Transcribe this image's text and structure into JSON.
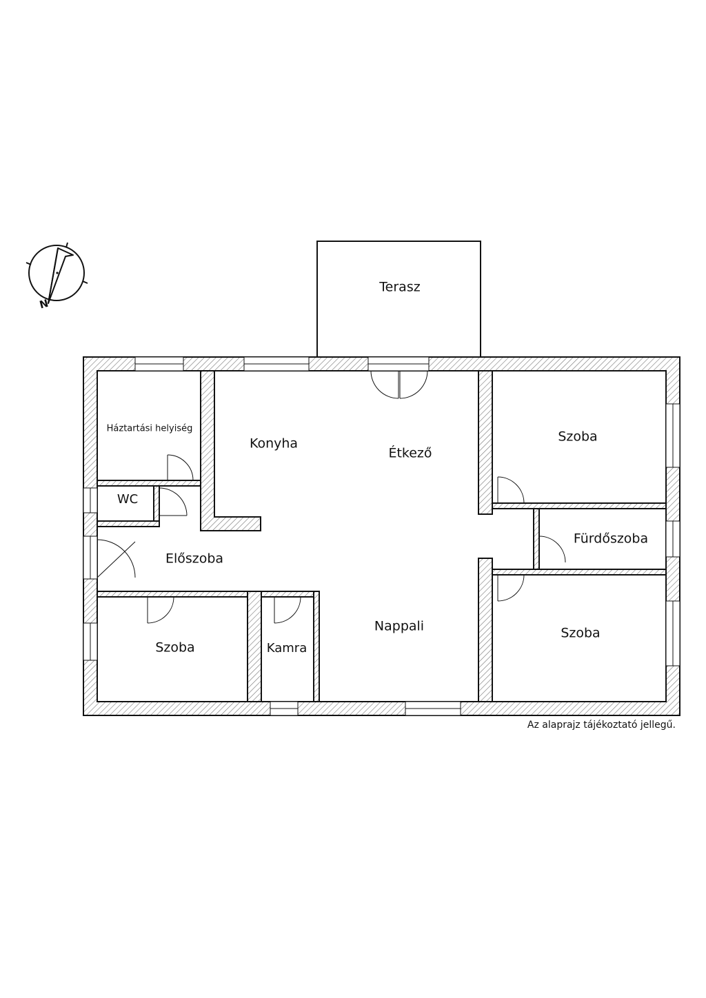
{
  "rooms": {
    "terasz": "Terasz",
    "haztartasi": "Háztartási helyiség",
    "konyha": "Konyha",
    "etkezo": "Étkező",
    "szoba_ne": "Szoba",
    "wc": "WC",
    "furdoszoba": "Fürdőszoba",
    "eloszoba": "Előszoba",
    "szoba_sw": "Szoba",
    "kamra": "Kamra",
    "nappali": "Nappali",
    "szoba_se": "Szoba"
  },
  "compass": {
    "letter": "N"
  },
  "note": "Az alaprajz tájékoztató jellegű."
}
